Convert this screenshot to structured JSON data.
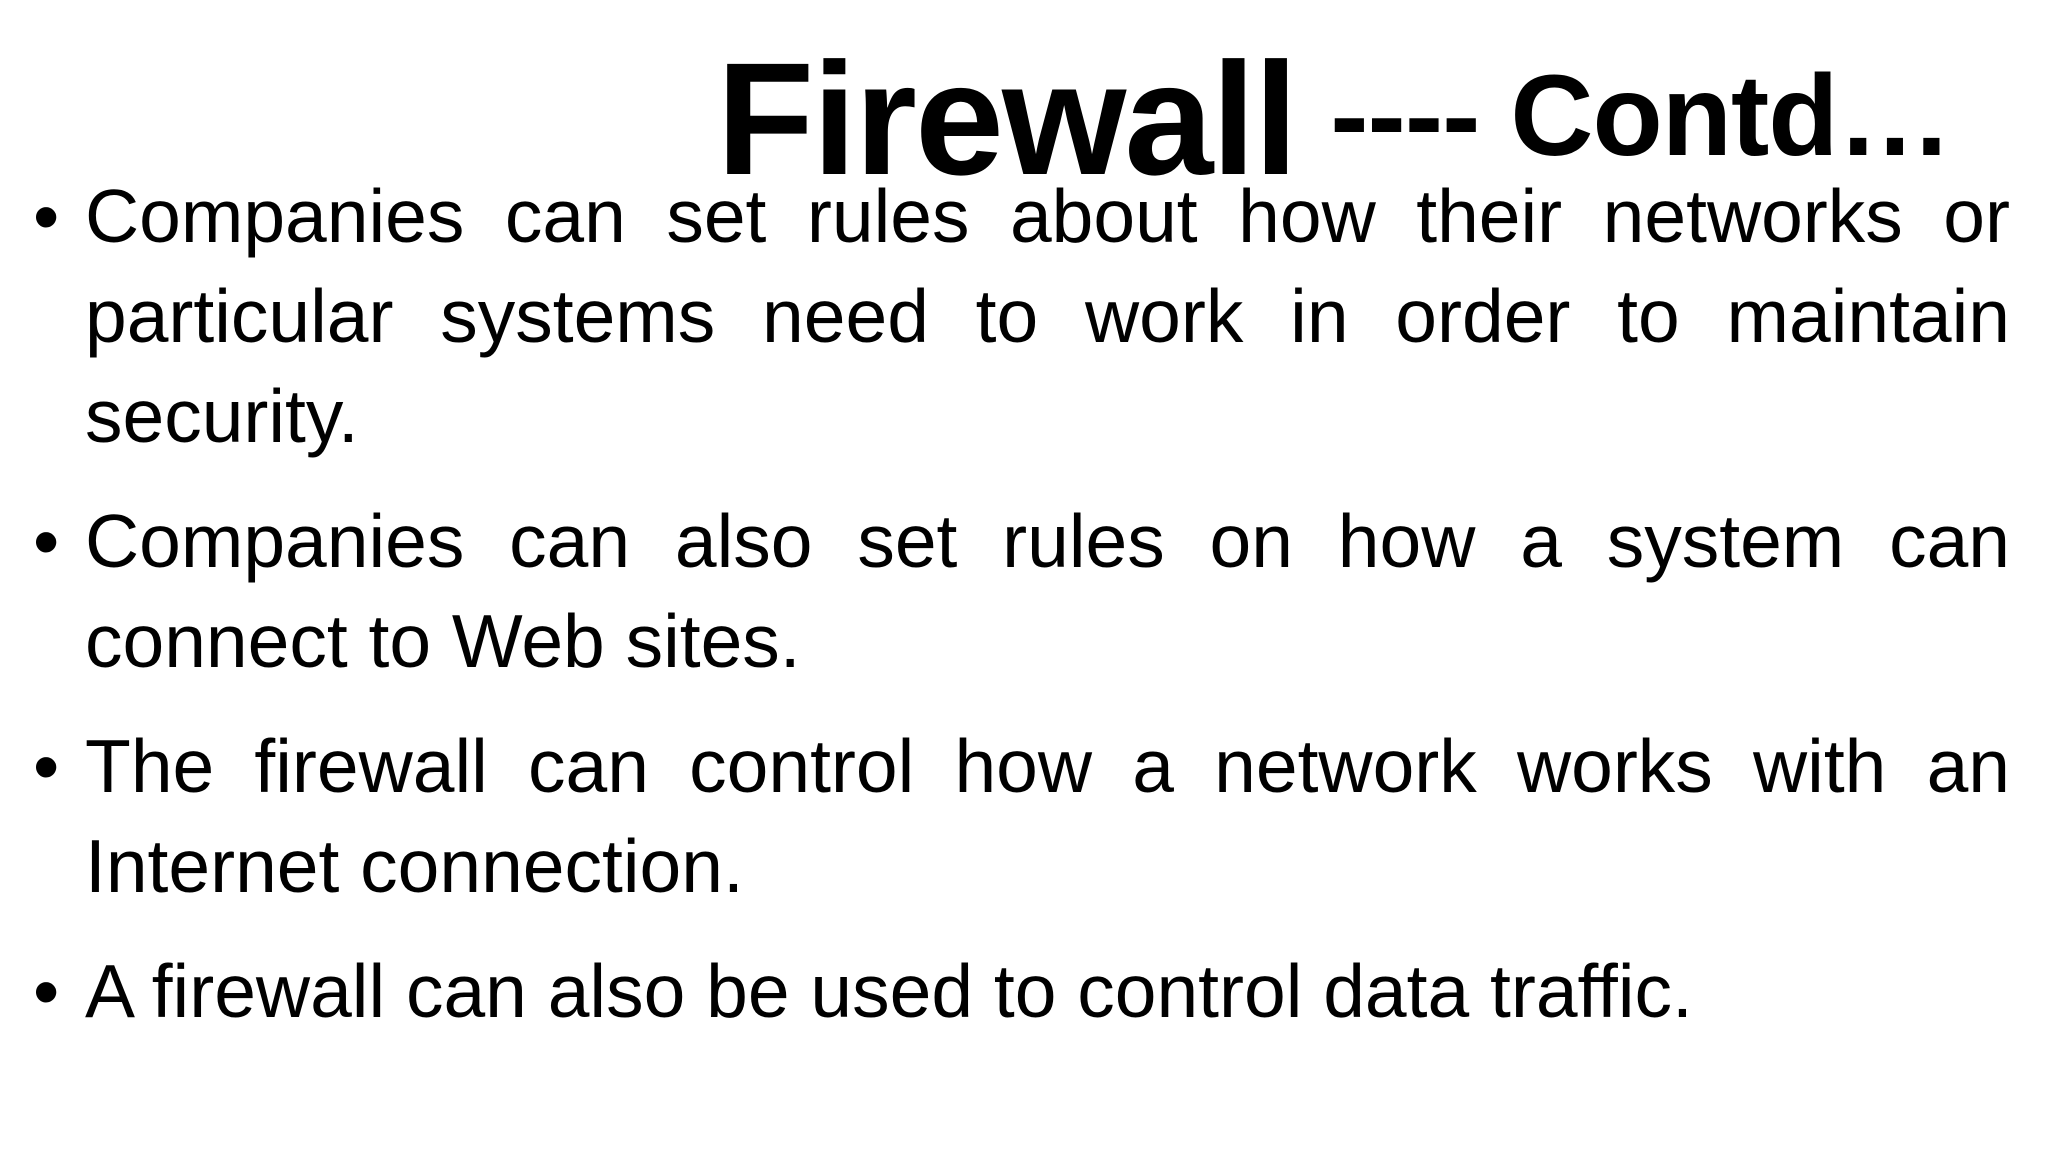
{
  "slide": {
    "background_color": "#ffffff",
    "text_color": "#000000",
    "title": {
      "main": "Firewall",
      "continued": "---- Contd…"
    },
    "bullet_glyph": "•",
    "bullets": [
      {
        "lines": [
          "Companies can set rules about how their networks or",
          "particular systems need to work in order to maintain",
          "security."
        ]
      },
      {
        "lines": [
          "Companies can also set rules on how a system can",
          "connect to Web sites."
        ]
      },
      {
        "lines": [
          "The firewall can control how a network works with an",
          "Internet connection."
        ]
      },
      {
        "lines": [
          "A firewall can also be used to control data traffic."
        ]
      }
    ]
  }
}
